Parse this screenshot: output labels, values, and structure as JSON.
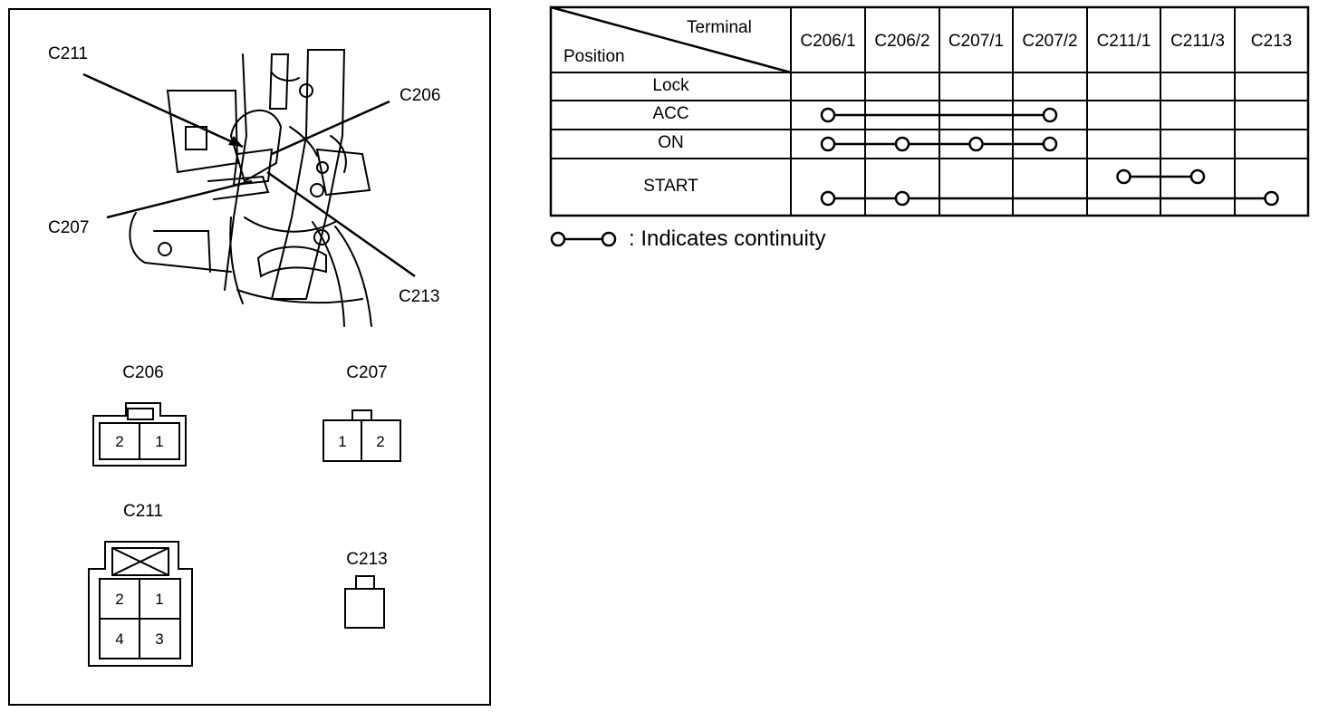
{
  "diagram": {
    "callouts": {
      "c211": "C211",
      "c206": "C206",
      "c207": "C207",
      "c213": "C213"
    },
    "connectors": [
      {
        "id": "C206",
        "name": "C206",
        "pins": [
          "2",
          "1"
        ]
      },
      {
        "id": "C207",
        "name": "C207",
        "pins": [
          "1",
          "2"
        ]
      },
      {
        "id": "C211",
        "name": "C211",
        "pins": [
          "2",
          "1",
          "4",
          "3"
        ]
      },
      {
        "id": "C213",
        "name": "C213",
        "pins": []
      }
    ]
  },
  "table": {
    "header_terminal": "Terminal",
    "header_position": "Position",
    "columns": [
      "C206/1",
      "C206/2",
      "C207/1",
      "C207/2",
      "C211/1",
      "C211/3",
      "C213"
    ],
    "rows": [
      {
        "position": "Lock",
        "circuits": []
      },
      {
        "position": "ACC",
        "circuits": [
          [
            "C206/1",
            "C207/2"
          ]
        ]
      },
      {
        "position": "ON",
        "circuits": [
          [
            "C206/1",
            "C206/2",
            "C207/1",
            "C207/2"
          ]
        ]
      },
      {
        "position": "START",
        "circuits": [
          [
            "C211/1",
            "C211/3"
          ],
          [
            "C206/1",
            "C206/2",
            "C213"
          ]
        ]
      }
    ]
  },
  "legend": {
    "text": ": Indicates continuity"
  }
}
